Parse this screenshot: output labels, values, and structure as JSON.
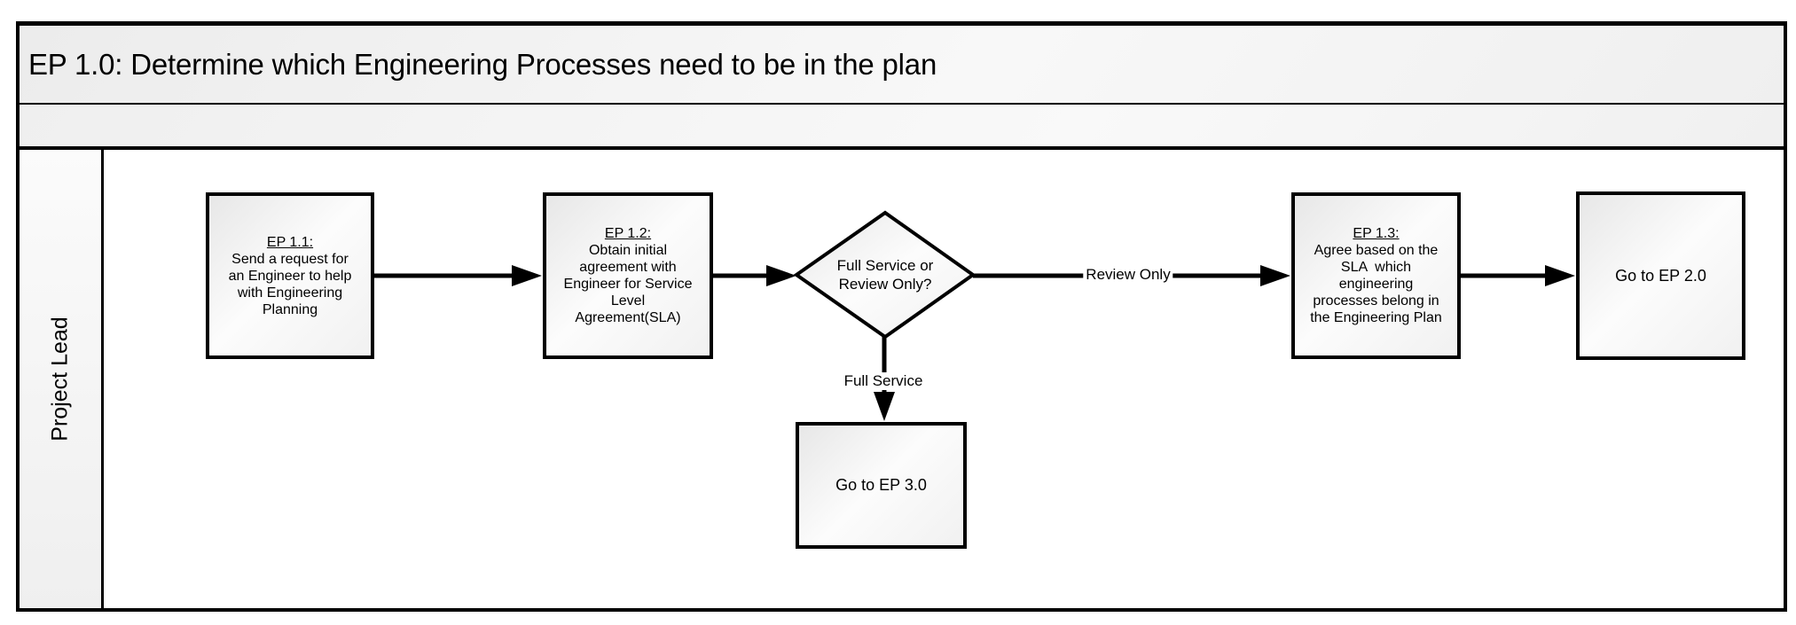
{
  "header": {
    "title": "EP 1.0: Determine which Engineering Processes need to be in the plan"
  },
  "lane": {
    "label": "Project Lead"
  },
  "nodes": {
    "ep11": {
      "heading": "EP 1.1:",
      "body": "Send a request for an Engineer to help with Engineering Planning",
      "lines": [
        "Send a request for",
        "an Engineer to help",
        "with Engineering",
        "Planning"
      ]
    },
    "ep12": {
      "heading": "EP 1.2:",
      "body": "Obtain initial agreement with Engineer for Service Level Agreement(SLA)",
      "lines": [
        "Obtain initial",
        "agreement with",
        "Engineer for Service",
        "Level",
        "Agreement(SLA)"
      ]
    },
    "decision": {
      "question": "Full Service or Review Only?",
      "lines": [
        "Full Service or",
        "Review Only?"
      ]
    },
    "ep13": {
      "heading": "EP 1.3:",
      "body": "Agree based on the SLA  which engineering processes belong in the Engineering Plan",
      "lines": [
        "Agree based on the",
        "SLA  which",
        "engineering",
        "processes belong in",
        "the Engineering Plan"
      ]
    },
    "goto_ep20": {
      "label": "Go to EP 2.0"
    },
    "goto_ep30": {
      "label": "Go to EP 3.0"
    }
  },
  "edges": {
    "review_only": "Review Only",
    "full_service": "Full Service"
  },
  "colors": {
    "stroke": "#000000",
    "fill_light": "#fcfcfc",
    "fill_shade": "#e7e7e7",
    "background": "#ffffff"
  }
}
